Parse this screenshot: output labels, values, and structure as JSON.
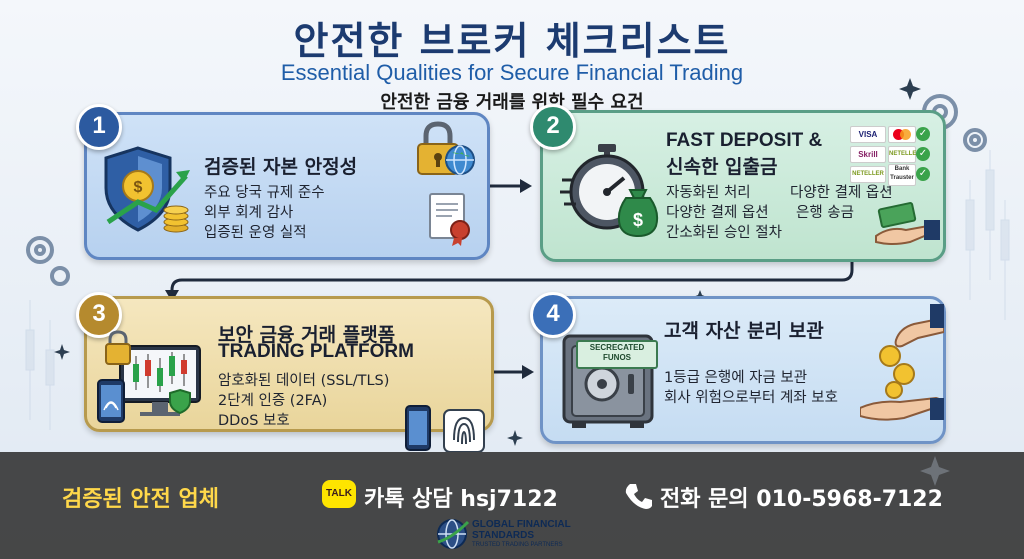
{
  "title": {
    "korean": "안전한 브로커 체크리스트",
    "english": "Essential Qualities for Secure Financial Trading",
    "subtitle": "안전한 금융 거래를 위한 필수 요건"
  },
  "cards": [
    {
      "number": "1",
      "title": "검증된 자본 안정성",
      "lines": [
        "주요 당국 규제 준수",
        "외부 회계 감사",
        "입증된 운영 실적"
      ],
      "color": "#2c5aa0"
    },
    {
      "number": "2",
      "title_en": "FAST DEPOSIT &",
      "title": "신속한 입출금",
      "lines_left": [
        "자동화된 처리",
        "다양한 결제 옵션",
        "간소화된 승인 절차"
      ],
      "lines_right": [
        "다양한 결제 옵션",
        "은행 송금"
      ],
      "payments": [
        "VISA",
        "Skrill",
        "NETELLER",
        "NETELLER",
        "Bank Trauster"
      ],
      "color": "#2f8a6f"
    },
    {
      "number": "3",
      "title": "보안 금융 거래 플랫폼",
      "title_en": "TRADING PLATFORM",
      "lines": [
        "암호화된 데이터 (SSL/TLS)",
        "2단계 인증 (2FA)",
        "DDoS 보호"
      ],
      "color": "#b58a2e"
    },
    {
      "number": "4",
      "title": "고객 자산 분리 보관",
      "lines": [
        "1등급 은행에 자금 보관",
        "회사 위험으로부터 계좌 보호"
      ],
      "safe_label": [
        "SECRECATED",
        "FUNOS"
      ],
      "color": "#3b6fb8"
    }
  ],
  "footer": {
    "verified": "검증된 안전 업체",
    "kakao_badge": "TALK",
    "kakao": "카톡 상담 hsj7122",
    "phone": "전화 문의 010-5968-7122",
    "logo_line1": "GLOBAL FINANCIAL",
    "logo_line2": "STANDARDS",
    "logo_tagline": "TRUSTED TRADING PARTNERS"
  },
  "icons": [
    "shield-coin-icon",
    "padlock-icon",
    "globe-icon",
    "certificate-icon",
    "stopwatch-icon",
    "money-bag-icon",
    "cash-hand-icon",
    "padlock-monitor-icon",
    "candlestick-chart-icon",
    "fingerprint-icon",
    "smartphone-icon",
    "safe-icon",
    "coin-hands-icon",
    "phone-icon",
    "kakao-icon",
    "gear-icon"
  ]
}
